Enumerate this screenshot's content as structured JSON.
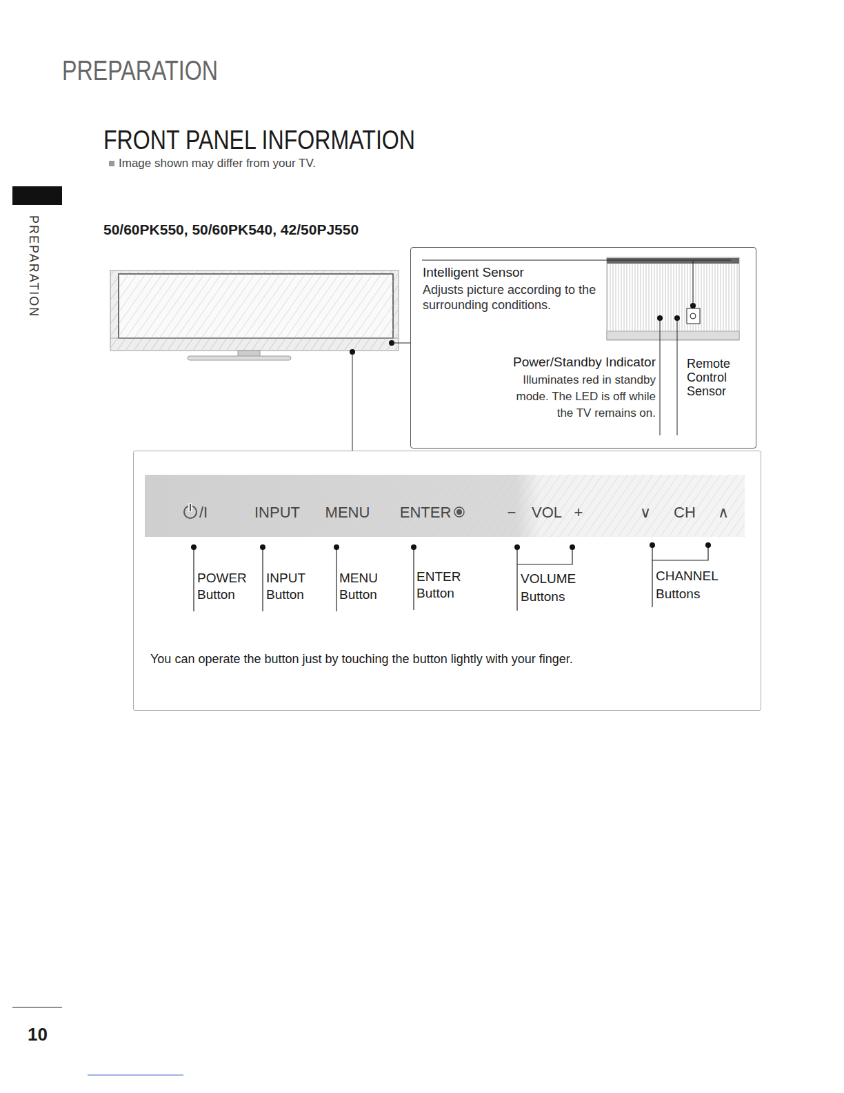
{
  "diagram": {
    "title": "FRONT PANEL INFORMATION",
    "nodes": [
      {
        "text": [
          "Intelligent Sensor",
          "Adjusts picture according to the surrounding conditions.",
          "Power/Standby Indicator",
          "Illuminates red in standby mode. The LED is off while the TV remains on.",
          "Remote Control Sensor"
        ]
      },
      {
        "text": [
          "You can operate the button just by touching the button lightly with your finger."
        ]
      },
      {
        "text": [
          "/I",
          "INPUT",
          "MENU",
          "ENTER",
          "−",
          "VOL",
          "+",
          "∨",
          "CH",
          "∧"
        ],
        "in": 1
      }
    ],
    "labels": [
      "PREPARATION",
      "Image shown may differ from your TV.",
      "PREPARATION",
      "50/60PK550, 50/60PK540, 42/50PJ550",
      "POWER Button",
      "INPUT Button",
      "MENU Button",
      "ENTER Button",
      "VOLUME Buttons",
      "CHANNEL Buttons",
      "10"
    ]
  }
}
